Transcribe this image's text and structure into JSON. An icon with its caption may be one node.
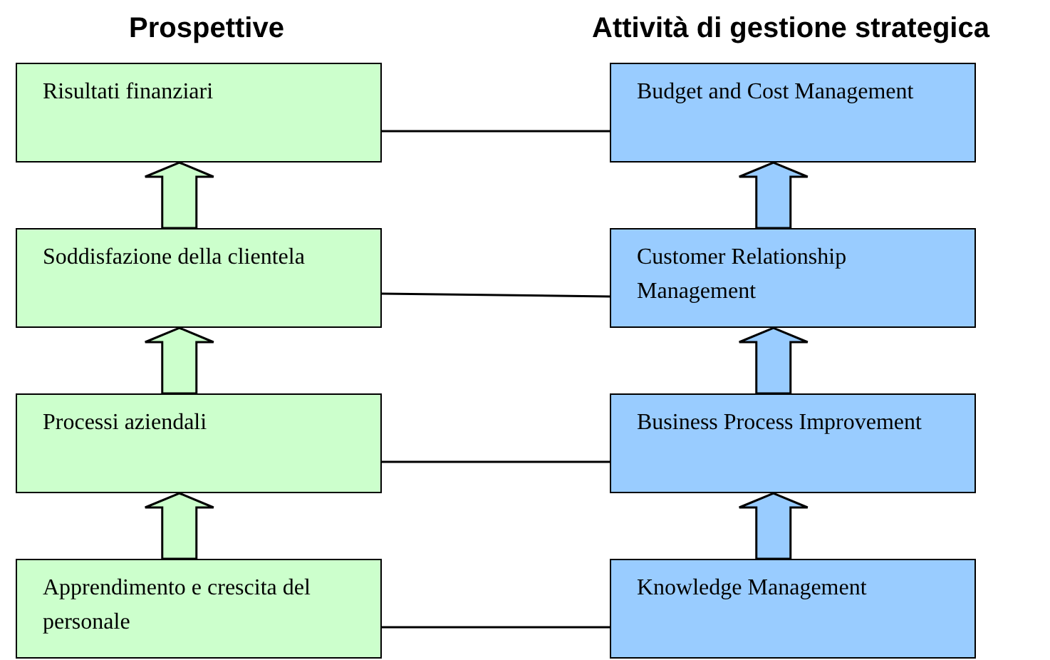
{
  "diagram": {
    "nodes": [
      {
        "text": [
          "Risultati finanziari"
        ]
      },
      {
        "text": [
          "Budget and Cost Management"
        ]
      },
      {
        "text": [
          "Soddisfazione della clientela"
        ]
      },
      {
        "text": [
          "Customer Relationship Management"
        ]
      },
      {
        "text": [
          "Processi aziendali"
        ]
      },
      {
        "text": [
          "Business Process Improvement"
        ]
      },
      {
        "text": [
          "Apprendimento e crescita del personale"
        ]
      },
      {
        "text": [
          "Knowledge Management"
        ]
      }
    ],
    "edges": [
      {
        "from": 0,
        "to": 1,
        "arrow": "none"
      },
      {
        "from": 2,
        "to": 3,
        "arrow": "none"
      },
      {
        "from": 4,
        "to": 5,
        "arrow": "none"
      },
      {
        "from": 6,
        "to": 7,
        "arrow": "none"
      },
      {
        "from": 2,
        "to": 0,
        "arrow": "to",
        "style": "thick"
      },
      {
        "from": 4,
        "to": 2,
        "arrow": "to",
        "style": "thick"
      },
      {
        "from": 6,
        "to": 4,
        "arrow": "to",
        "style": "thick"
      },
      {
        "from": 3,
        "to": 1,
        "arrow": "to",
        "style": "thick"
      },
      {
        "from": 5,
        "to": 3,
        "arrow": "to",
        "style": "thick"
      },
      {
        "from": 7,
        "to": 5,
        "arrow": "to",
        "style": "thick"
      }
    ],
    "labels": [
      "Prospettive",
      "Attività di gestione strategica"
    ]
  }
}
